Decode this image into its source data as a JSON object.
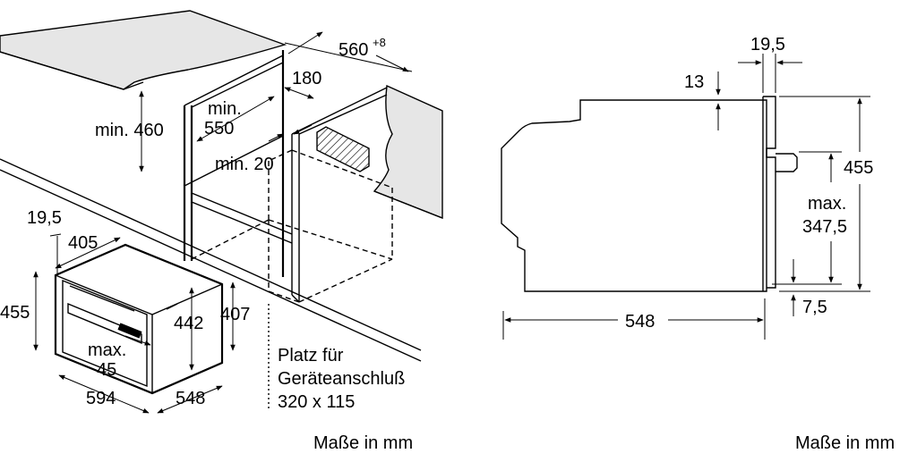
{
  "left_drawing": {
    "dim_top_width": "560",
    "dim_top_width_tol": "+8",
    "dim_opening_depth": "180",
    "dim_min_height": "min. 460",
    "dim_min_depth_1": "min.",
    "dim_min_depth_2": "550",
    "dim_min_gap": "min. 20",
    "dim_front_offset": "19,5",
    "dim_cutout_width": "405",
    "dim_height": "455",
    "dim_inner_height": "442",
    "dim_niche_height": "407",
    "dim_max_1": "max.",
    "dim_max_2": "45",
    "dim_width": "594",
    "dim_depth": "548",
    "connection_1": "Platz für",
    "connection_2": "Geräteanschluß",
    "connection_3": "320 x 115",
    "units": "Maße in mm"
  },
  "right_drawing": {
    "dim_front_offset": "19,5",
    "dim_top_step": "13",
    "dim_height": "455",
    "dim_max_1": "max.",
    "dim_max_2": "347,5",
    "dim_bottom_offset": "7,5",
    "dim_depth": "548",
    "units": "Maße in mm"
  }
}
